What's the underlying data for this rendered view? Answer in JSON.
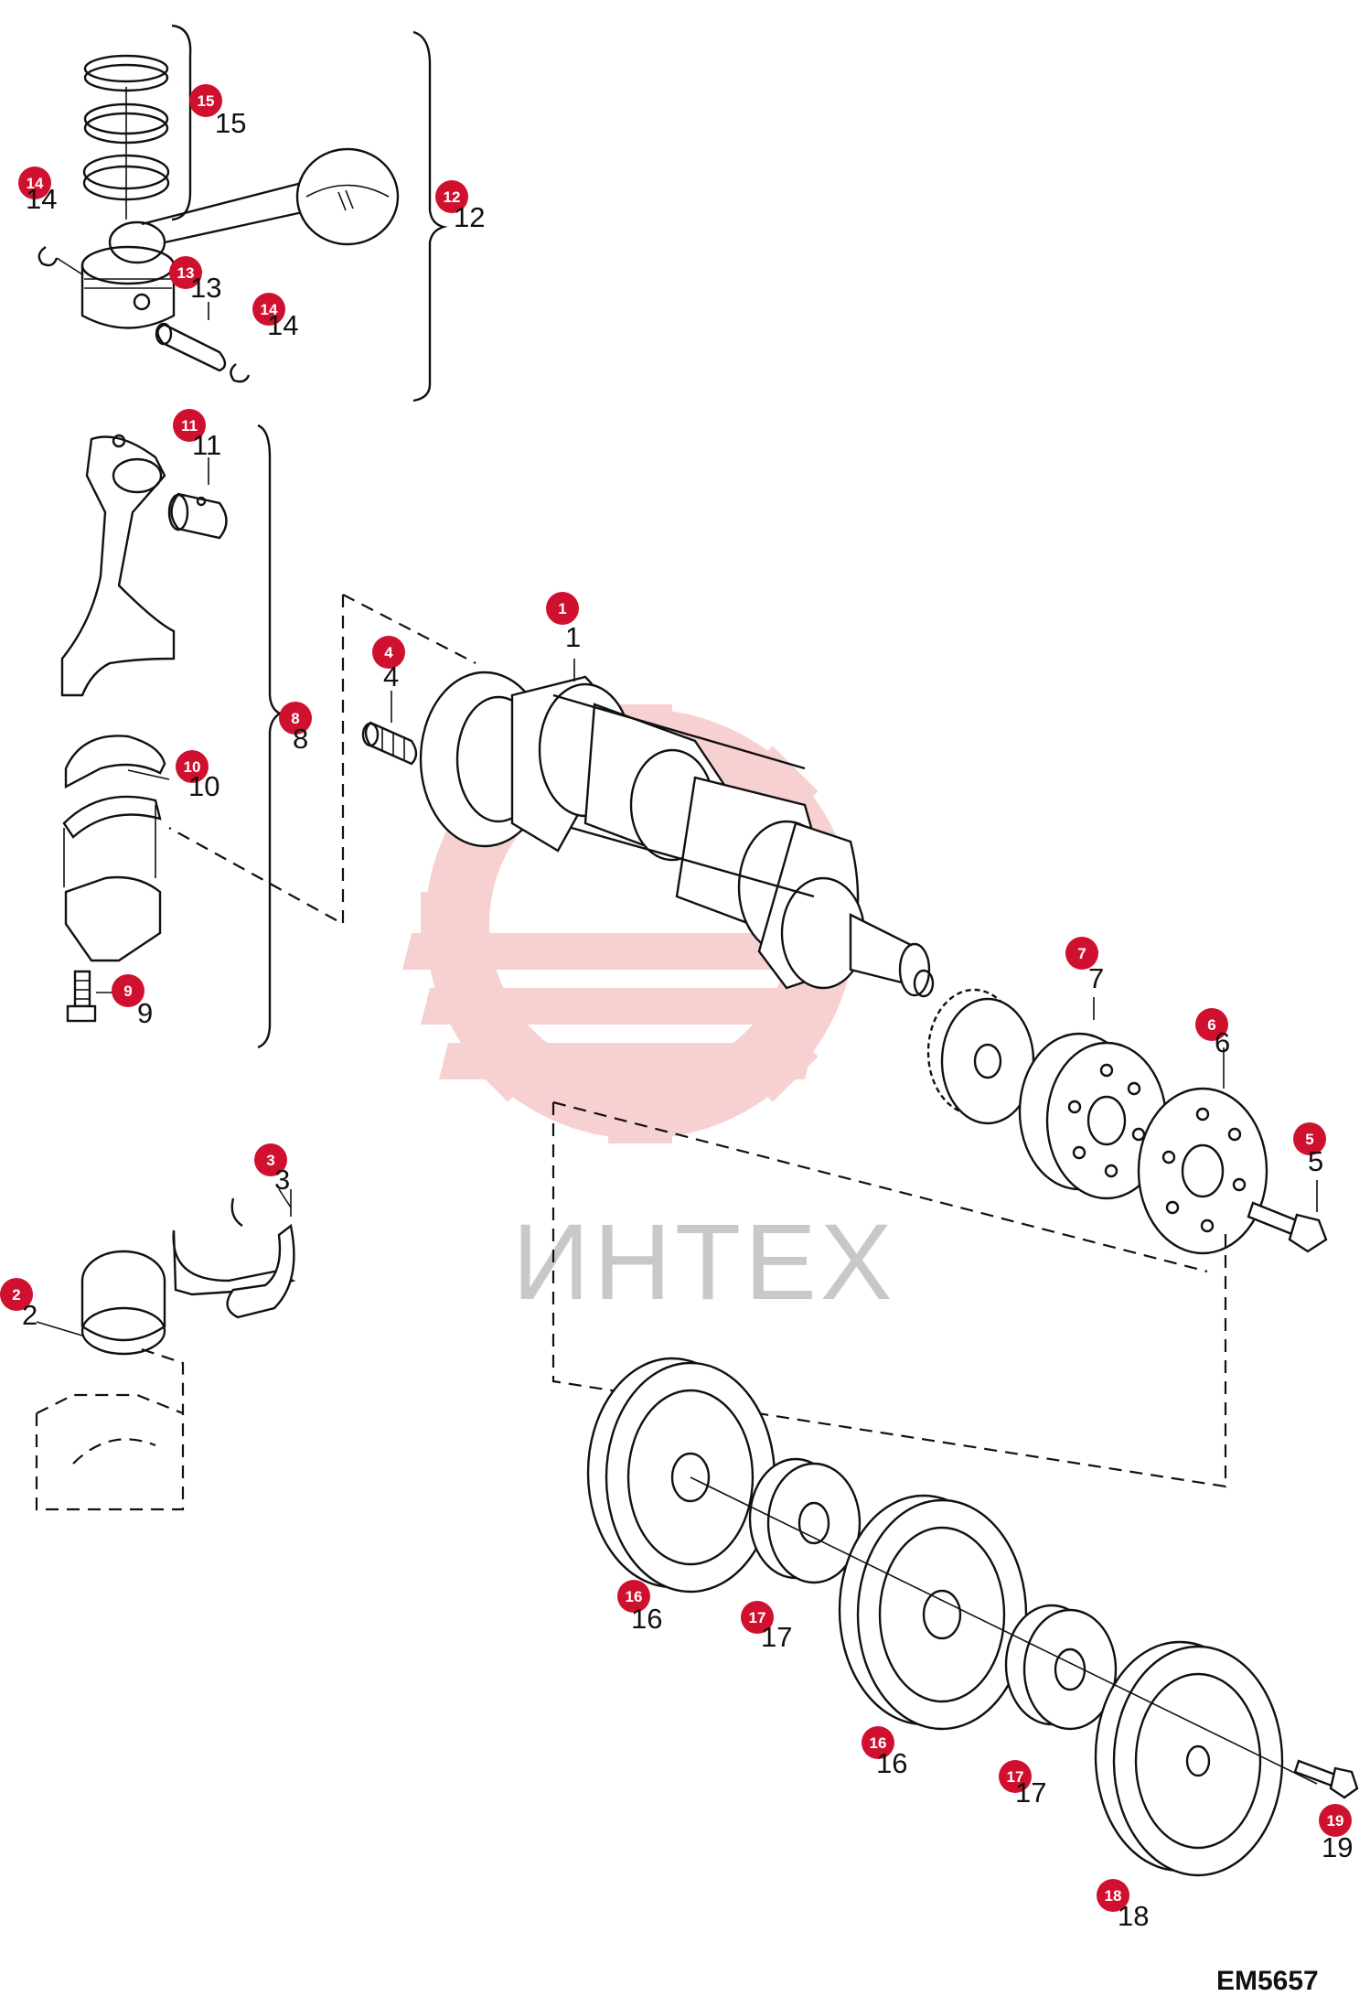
{
  "drawing_code": "EM5657",
  "watermark": "ИНТЕХ",
  "callouts": [
    {
      "badge": "1",
      "label": "1"
    },
    {
      "badge": "2",
      "label": "2"
    },
    {
      "badge": "3",
      "label": "3"
    },
    {
      "badge": "4",
      "label": "4"
    },
    {
      "badge": "5",
      "label": "5"
    },
    {
      "badge": "6",
      "label": "6"
    },
    {
      "badge": "7",
      "label": "7"
    },
    {
      "badge": "8",
      "label": "8"
    },
    {
      "badge": "9",
      "label": "9"
    },
    {
      "badge": "10",
      "label": "10"
    },
    {
      "badge": "11",
      "label": "11"
    },
    {
      "badge": "12",
      "label": "12"
    },
    {
      "badge": "13",
      "label": "13"
    },
    {
      "badge": "14",
      "label": "14"
    },
    {
      "badge": "14",
      "label": "14"
    },
    {
      "badge": "15",
      "label": "15"
    },
    {
      "badge": "16",
      "label": "16"
    },
    {
      "badge": "16",
      "label": "16"
    },
    {
      "badge": "17",
      "label": "17"
    },
    {
      "badge": "17",
      "label": "17"
    },
    {
      "badge": "18",
      "label": "18"
    },
    {
      "badge": "19",
      "label": "19"
    }
  ],
  "colors": {
    "badge": "#d0102f",
    "line": "#111111",
    "watermark_gear": "#f6c9c9",
    "watermark_text": "#c8c8c8"
  }
}
